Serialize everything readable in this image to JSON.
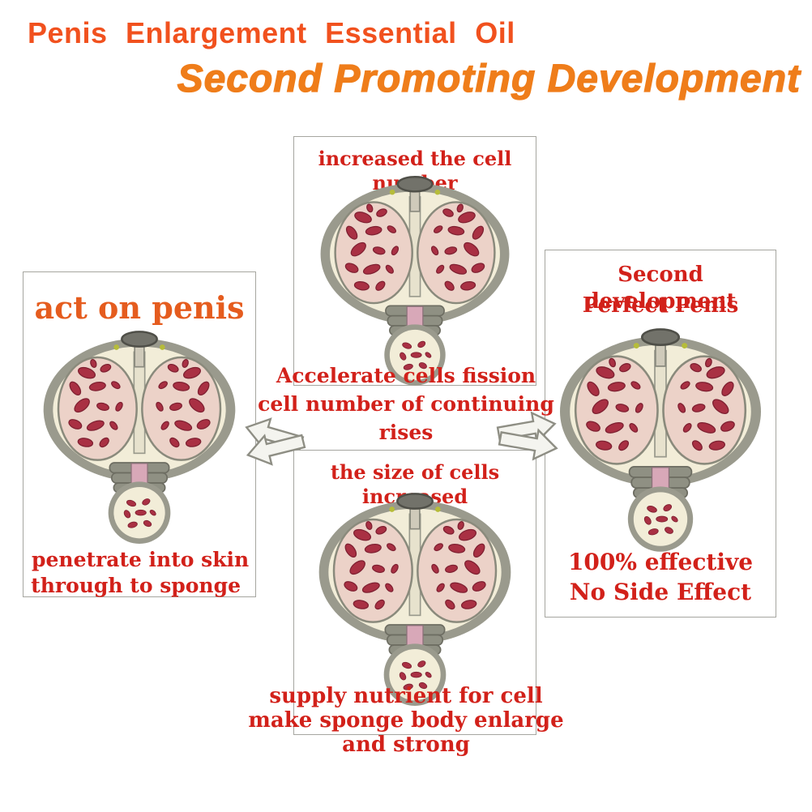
{
  "header": {
    "title": "Penis Enlargement Essential Oil",
    "subtitle": "Second Promoting Development"
  },
  "left_panel": {
    "title": "act on penis",
    "caption_line1": "penetrate into skin",
    "caption_line2": "through to sponge"
  },
  "top_panel": {
    "title": "increased the cell number"
  },
  "center_text": {
    "line1": "Accelerate cells fission",
    "line2": "cell number of continuing rises"
  },
  "bottom_panel": {
    "title": "the size of cells increased",
    "caption_line1": "supply nutrient for cell",
    "caption_line2": "make sponge body enlarge  and strong"
  },
  "right_panel": {
    "title_line1": "Second development",
    "title_line2": "Perfect Penis",
    "caption_line1": "100% effective",
    "caption_line2": "No Side Effect"
  },
  "colors": {
    "headline_orange": "#f1511e",
    "subtitle_orange": "#ef7d1a",
    "text_red": "#d2211a",
    "accent_orange": "#e55c1e"
  },
  "icons": {
    "left_arrows": "double-block-arrow-left",
    "right_arrows": "double-block-arrow-right",
    "illustration": "penis-cross-section-diagram"
  }
}
